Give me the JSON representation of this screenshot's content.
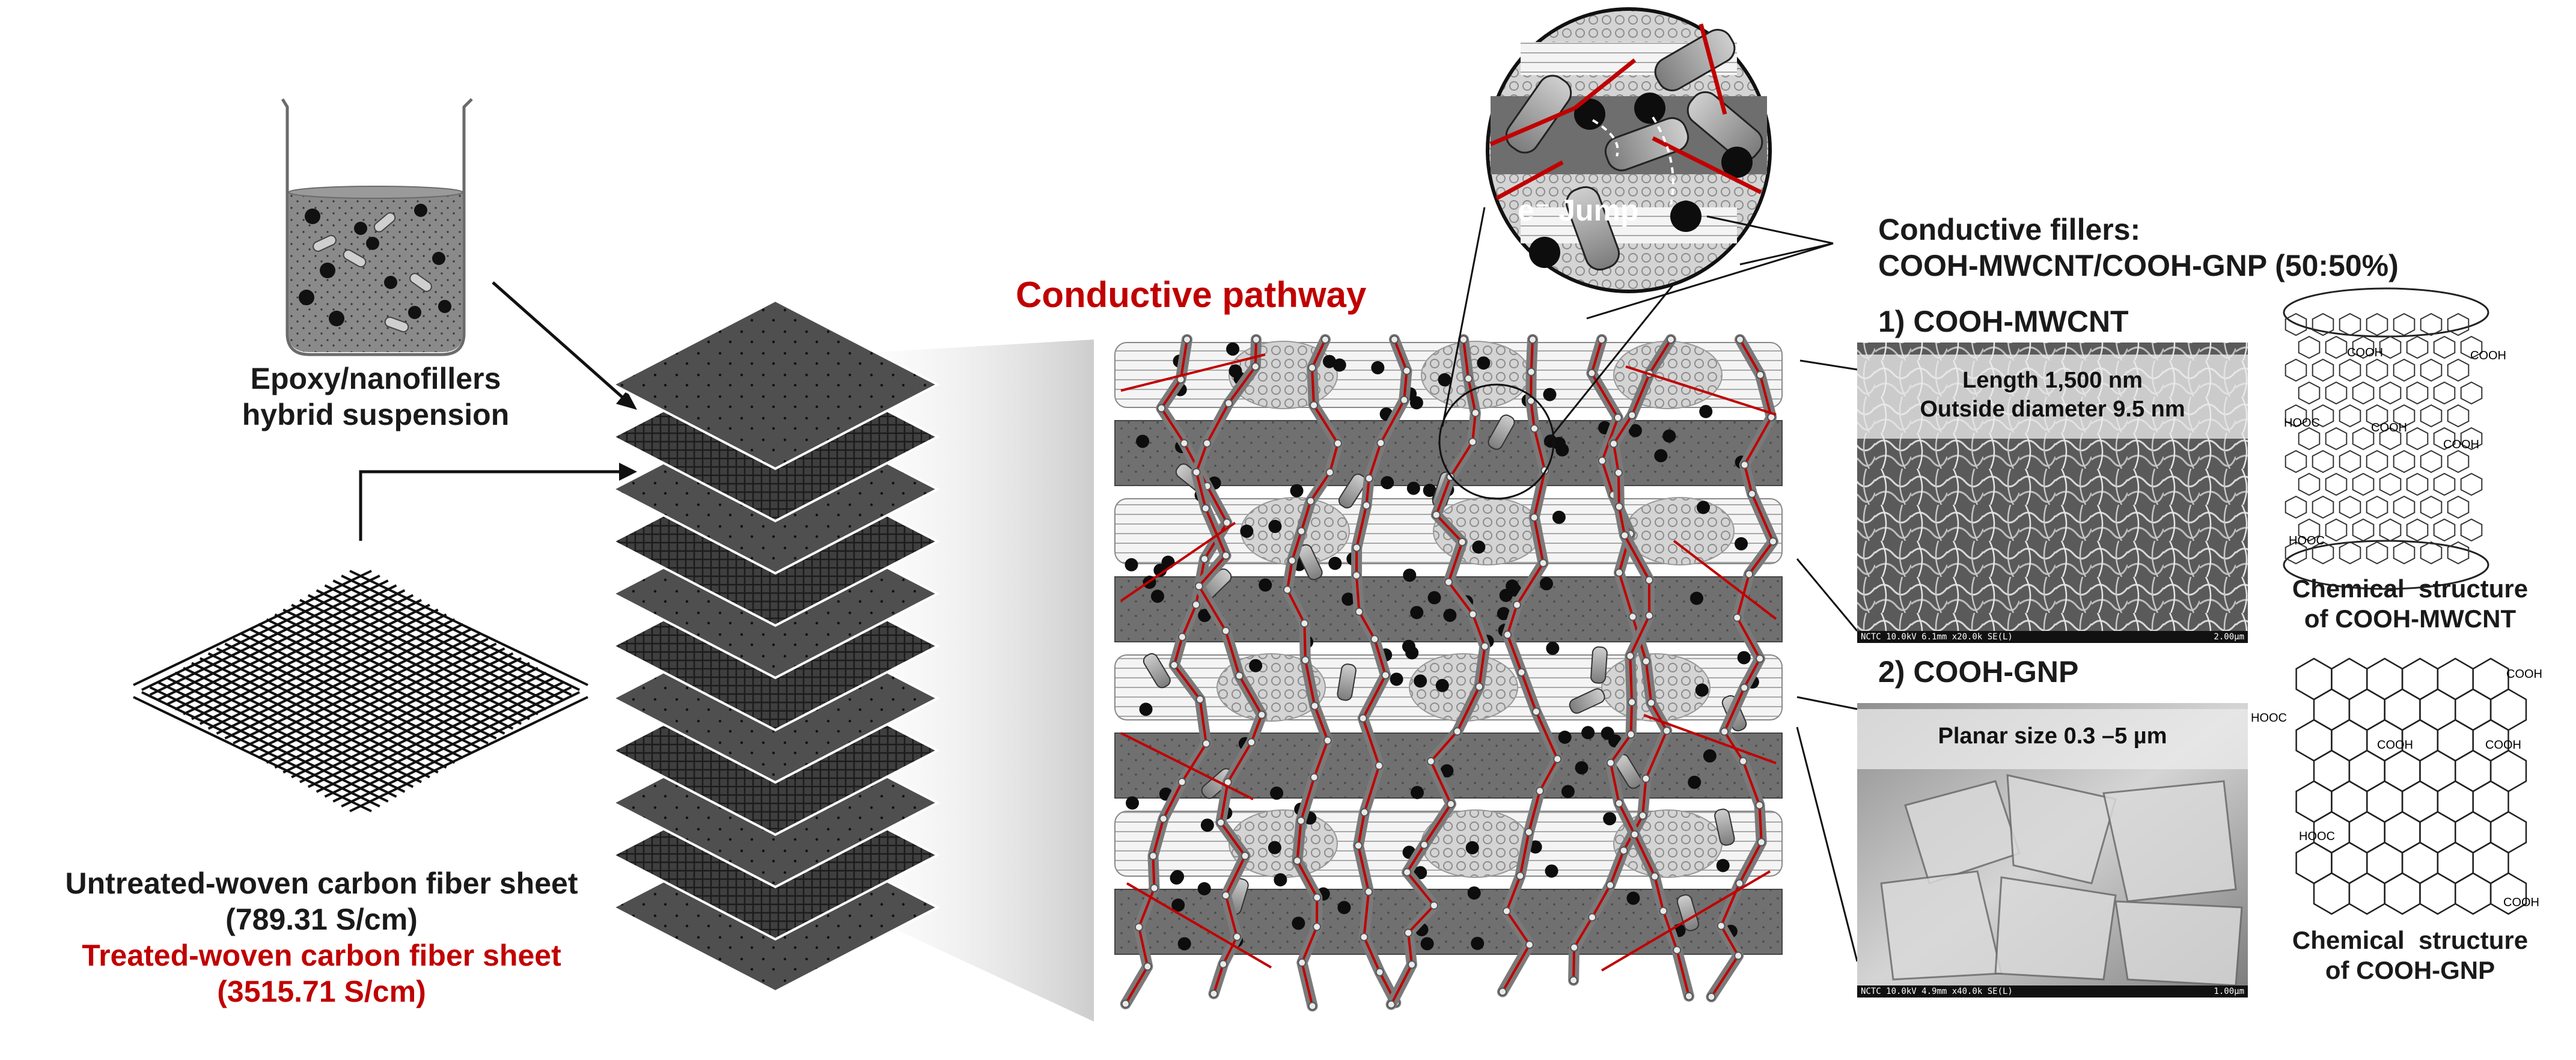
{
  "suspension": {
    "label_line1": "Epoxy/nanofillers",
    "label_line2": "hybrid suspension"
  },
  "carbon_fiber": {
    "untreated_label": "Untreated-woven carbon fiber sheet",
    "untreated_value": "(789.31 S/cm)",
    "treated_label": "Treated-woven carbon fiber sheet",
    "treated_value": "(3515.71 S/cm)"
  },
  "pathway": {
    "title": "Conductive pathway",
    "jump_label": "e⁻ Jump"
  },
  "fillers": {
    "heading_line1": "Conductive fillers:",
    "heading_line2": "COOH-MWCNT/COOH-GNP  (50:50%)",
    "mwcnt": {
      "heading": "1) COOH-MWCNT",
      "overlay_line1": "Length 1,500 nm",
      "overlay_line2": "Outside diameter 9.5 nm",
      "sem_info": "NCTC 10.0kV 6.1mm x20.0k SE(L)",
      "sem_scale": "2.00µm",
      "structure_line1": "Chemical  structure",
      "structure_line2": "of COOH-MWCNT"
    },
    "gnp": {
      "heading": "2) COOH-GNP",
      "overlay_line1": "Planar size 0.3 –5 µm",
      "sem_info": "NCTC 10.0kV 4.9mm x40.0k SE(L)",
      "sem_scale": "1.00µm",
      "structure_line1": "Chemical  structure",
      "structure_line2": "of COOH-GNP"
    }
  },
  "chem_labels": {
    "mwcnt": [
      "COOH",
      "COOH",
      "HOOC",
      "COOH",
      "COOH",
      "HOOC"
    ],
    "gnp": [
      "COOH",
      "HOOC",
      "COOH",
      "COOH",
      "HOOC",
      "COOH"
    ]
  },
  "colors": {
    "accent_red": "#c00000",
    "dark_band": "#6e6e6e",
    "sheet_gray": "#4d4d4d"
  }
}
